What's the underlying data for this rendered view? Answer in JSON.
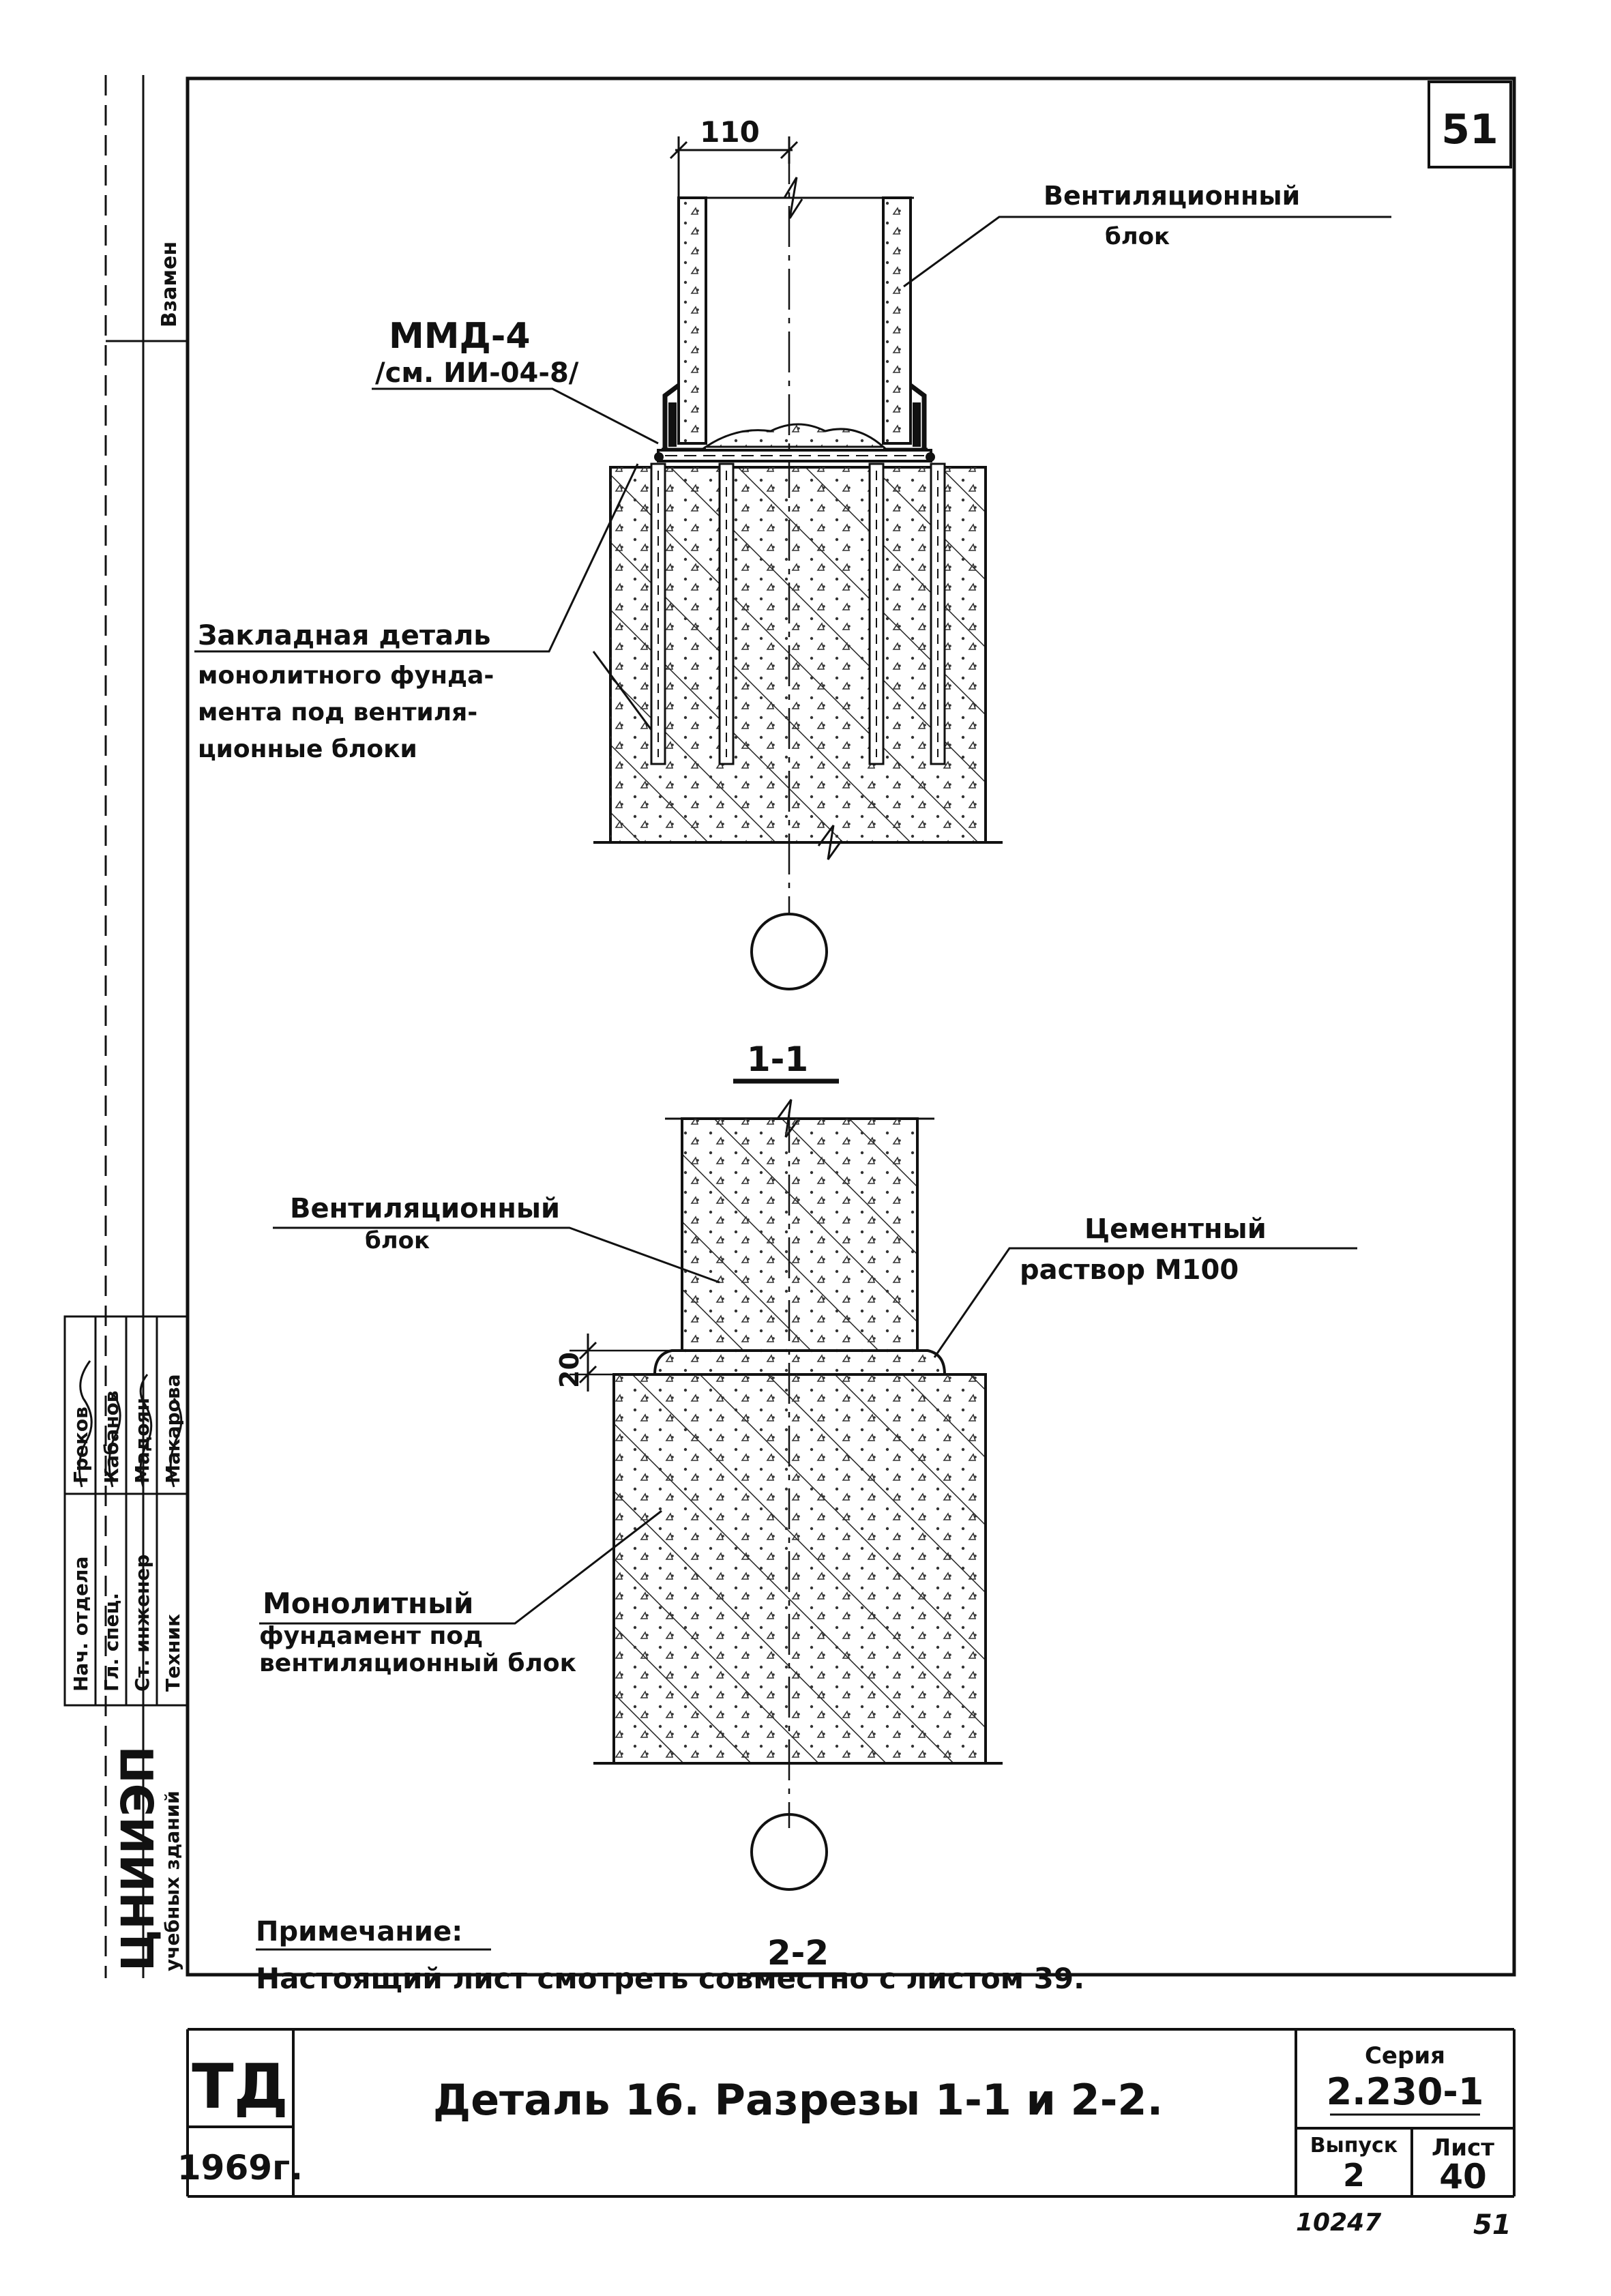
{
  "sheet": {
    "page_number": "51",
    "bottom_right_number": "51",
    "archive_number": "10247"
  },
  "upper_view": {
    "dimension_label": "110",
    "callout_block": {
      "line1": "Вентиляционный",
      "line2": "блок"
    },
    "callout_mmd": {
      "line1": "ММД-4",
      "line2": "/см. ИИ-04-8/"
    },
    "callout_embed": {
      "line1": "Закладная деталь",
      "line2": "монолитного фунда-",
      "line3": "мента под вентиля-",
      "line4": "ционные блоки"
    },
    "section_mark": "1-1"
  },
  "lower_view": {
    "dimension_label": "20",
    "callout_block": {
      "line1": "Вентиляционный",
      "line2": "блок"
    },
    "callout_mortar": {
      "line1": "Цементный",
      "line2": "раствор  М100"
    },
    "callout_foundation": {
      "line1": "Монолитный",
      "line2": "фундамент  под",
      "line3": "вентиляционный  блок"
    },
    "section_mark": "2-2"
  },
  "note": {
    "heading": "Примечание:",
    "text": "Настоящий  лист  смотреть  совместно  с листом 39."
  },
  "title_block": {
    "org_mark": "ТД",
    "year": "1969г.",
    "title": "Деталь 16.   Разрезы  1-1  и  2-2.",
    "series_label": "Серия",
    "series_value": "2.230-1",
    "issue_label": "Выпуск",
    "issue_value": "2",
    "sheet_label": "Лист",
    "sheet_value": "40"
  },
  "side_stamp": {
    "swap_label": "Взамен",
    "institute": "ЦНИИЭП",
    "institute_sub": "учебных зданий",
    "roles": [
      "Нач. отдела",
      "Гл. спец.",
      "Ст. инженер",
      "Техник"
    ],
    "names": [
      "Греков",
      "Кабанов",
      "Мадоян",
      "Макарова"
    ]
  }
}
